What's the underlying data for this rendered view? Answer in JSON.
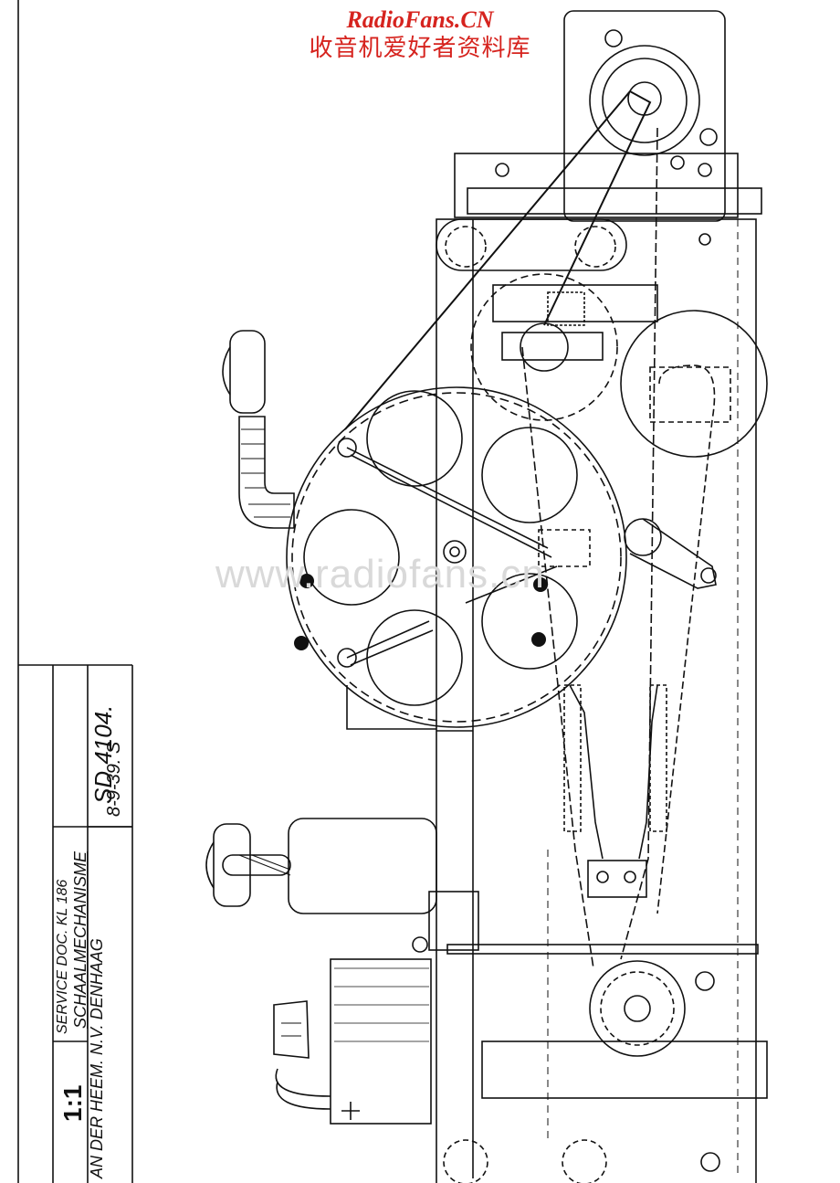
{
  "header": {
    "site_name": "RadioFans.CN",
    "site_subtitle": "收音机爱好者资料库"
  },
  "watermark": "www.radiofans.cn",
  "title_block": {
    "scale": "1:1",
    "document": "SERVICE DOC. KL 186",
    "subject": "SCHAALMECHANISME",
    "doc_number": "SD 4104.",
    "company": "AN DER HEEM. N.V. DENHAAG",
    "date": "8-9-39. S"
  },
  "colors": {
    "ink": "#111111",
    "header_red": "#d6231e",
    "watermark": "#d9d9d9"
  }
}
